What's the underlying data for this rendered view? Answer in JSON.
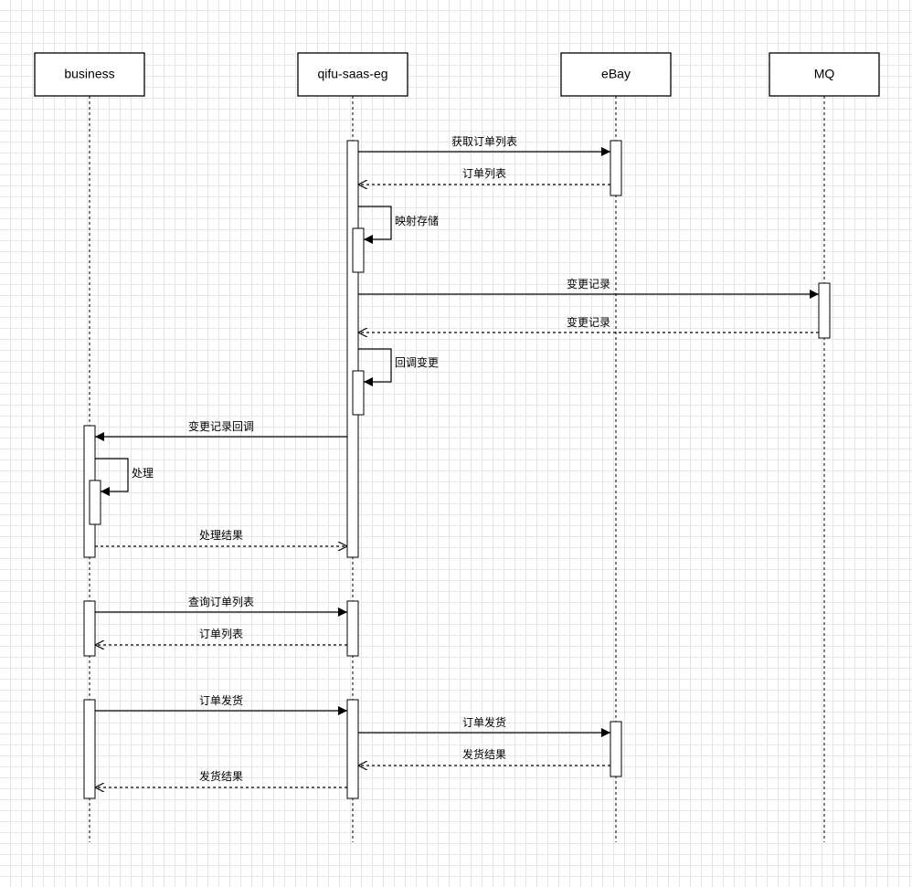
{
  "actors": [
    {
      "id": "business",
      "label": "business"
    },
    {
      "id": "qifu",
      "label": "qifu-saas-eg"
    },
    {
      "id": "ebay",
      "label": "eBay"
    },
    {
      "id": "mq",
      "label": "MQ"
    }
  ],
  "messages": [
    {
      "from": "qifu",
      "to": "ebay",
      "kind": "sync",
      "label": "获取订单列表"
    },
    {
      "from": "ebay",
      "to": "qifu",
      "kind": "reply",
      "label": "订单列表"
    },
    {
      "from": "qifu",
      "to": "qifu",
      "kind": "self",
      "label": "映射存储"
    },
    {
      "from": "qifu",
      "to": "mq",
      "kind": "sync",
      "label": "变更记录"
    },
    {
      "from": "mq",
      "to": "qifu",
      "kind": "reply",
      "label": "变更记录"
    },
    {
      "from": "qifu",
      "to": "qifu",
      "kind": "self",
      "label": "回调变更"
    },
    {
      "from": "qifu",
      "to": "business",
      "kind": "sync",
      "label": "变更记录回调"
    },
    {
      "from": "business",
      "to": "business",
      "kind": "self",
      "label": "处理"
    },
    {
      "from": "business",
      "to": "qifu",
      "kind": "reply",
      "label": "处理结果"
    },
    {
      "from": "business",
      "to": "qifu",
      "kind": "sync",
      "label": "查询订单列表"
    },
    {
      "from": "qifu",
      "to": "business",
      "kind": "reply",
      "label": "订单列表"
    },
    {
      "from": "business",
      "to": "qifu",
      "kind": "sync",
      "label": "订单发货"
    },
    {
      "from": "qifu",
      "to": "ebay",
      "kind": "sync",
      "label": "订单发货"
    },
    {
      "from": "ebay",
      "to": "qifu",
      "kind": "reply",
      "label": "发货结果"
    },
    {
      "from": "qifu",
      "to": "business",
      "kind": "reply",
      "label": "发货结果"
    }
  ]
}
